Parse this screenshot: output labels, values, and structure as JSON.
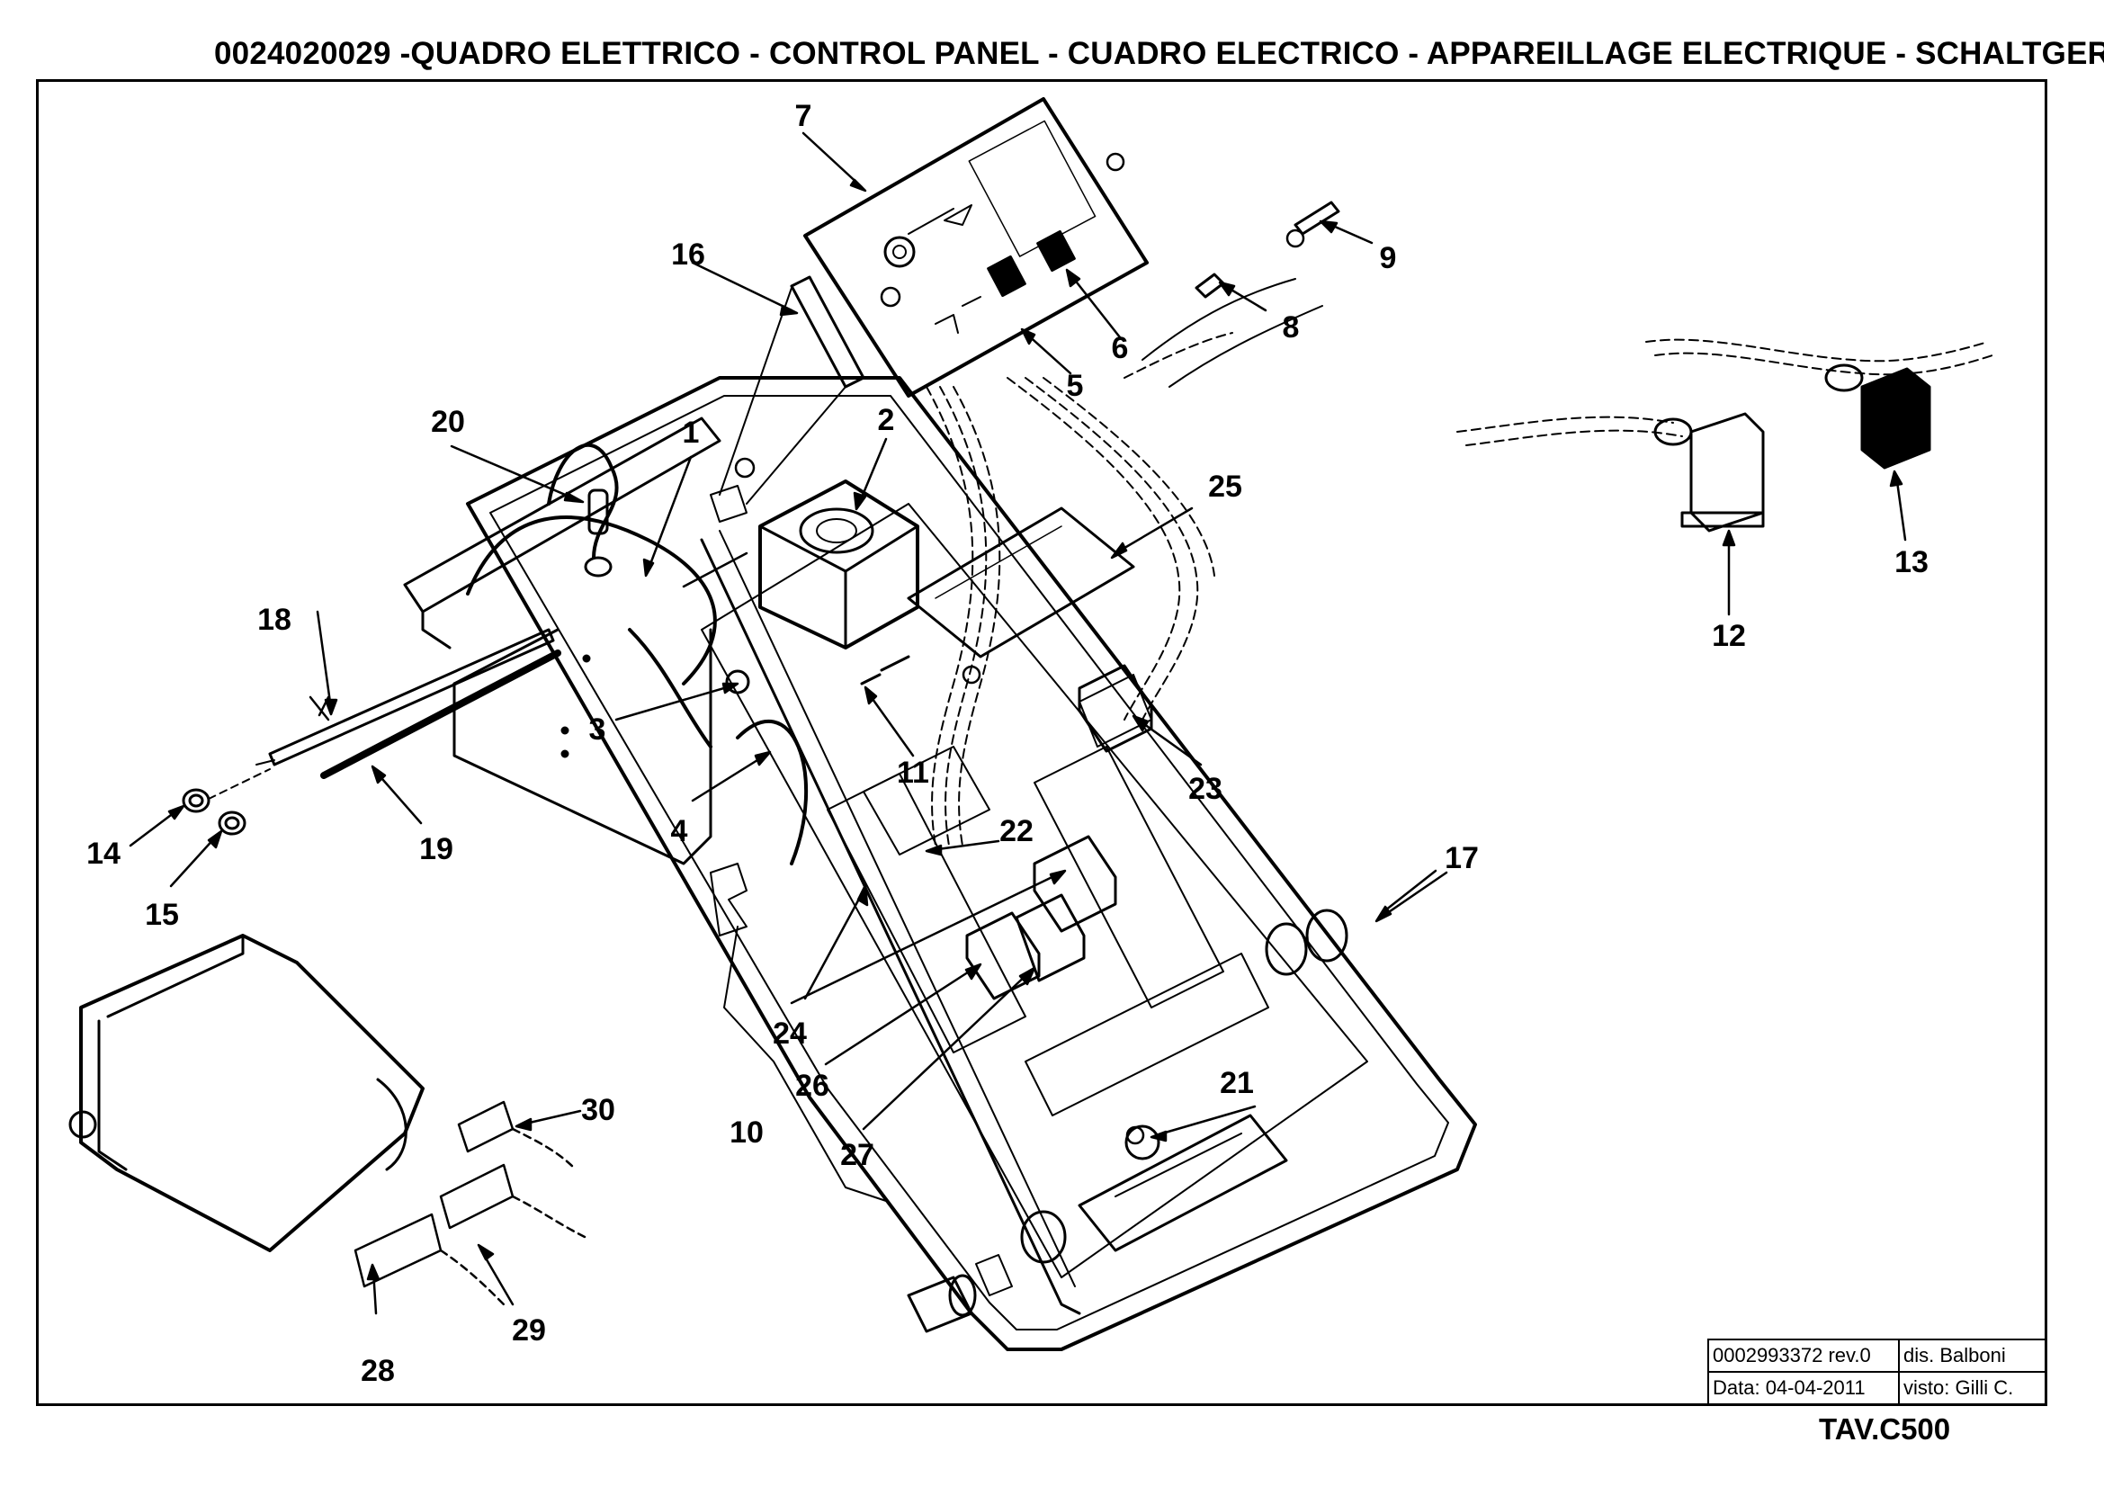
{
  "header": {
    "title": "0024020029 -QUADRO ELETTRICO - CONTROL PANEL - CUADRO ELECTRICO - APPAREILLAGE ELECTRIQUE - SCHALTGERAETE"
  },
  "callouts": [
    "1",
    "2",
    "3",
    "4",
    "5",
    "6",
    "7",
    "8",
    "9",
    "10",
    "11",
    "12",
    "13",
    "14",
    "15",
    "16",
    "17",
    "18",
    "19",
    "20",
    "21",
    "22",
    "23",
    "24",
    "25",
    "26",
    "27",
    "28",
    "29",
    "30"
  ],
  "title_block": {
    "drawing_code": "0002993372 rev.0",
    "drawn_by": "dis. Balboni",
    "date": "Data: 04-04-2011",
    "checked_by": "visto: Gilli C."
  },
  "table_ref": "TAV.C500"
}
